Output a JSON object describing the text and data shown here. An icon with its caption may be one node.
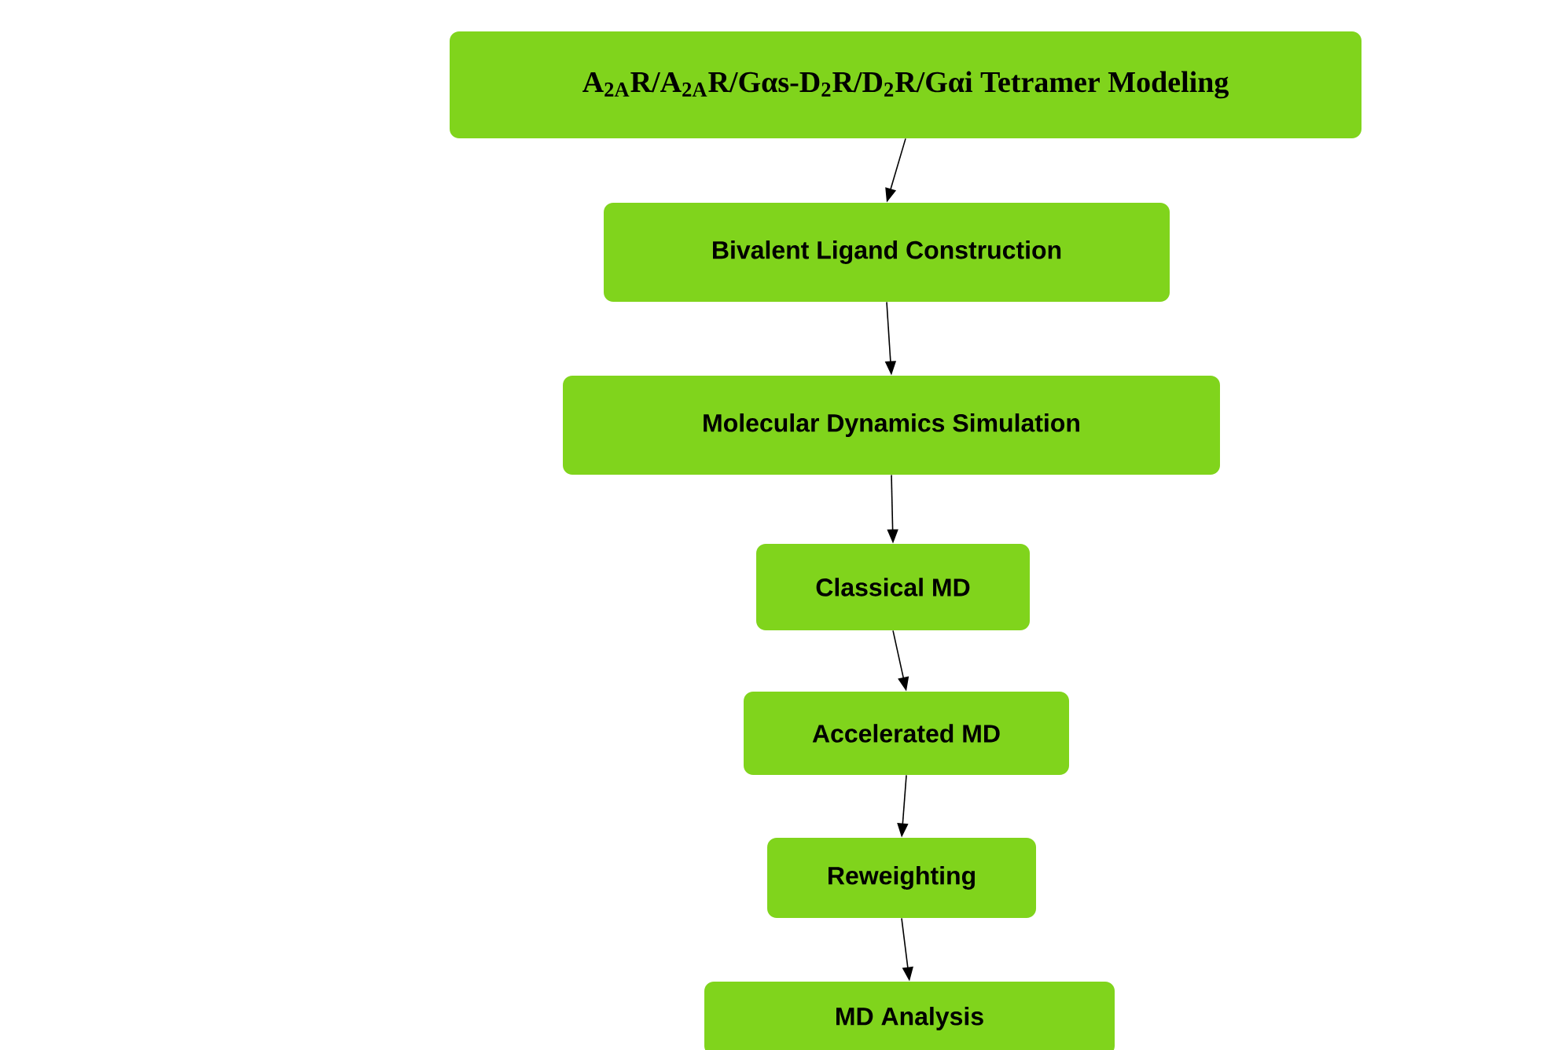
{
  "diagram": {
    "nodes": [
      {
        "text": [
          "A$_{2A}$R/A$_{2A}$R/Gαs-D$_{2}$R/D$_{2}$R/Gαi Tetramer Modeling"
        ]
      },
      {
        "text": [
          "Bivalent Ligand Construction"
        ]
      },
      {
        "text": [
          "Molecular Dynamics Simulation"
        ]
      },
      {
        "text": [
          "Classical MD"
        ]
      },
      {
        "text": [
          "Accelerated MD"
        ]
      },
      {
        "text": [
          "Reweighting"
        ]
      },
      {
        "text": [
          "MD Analysis"
        ]
      }
    ],
    "edges": [
      {
        "from": 0,
        "to": 1,
        "arrow": "to"
      },
      {
        "from": 1,
        "to": 2,
        "arrow": "to"
      },
      {
        "from": 2,
        "to": 3,
        "arrow": "to"
      },
      {
        "from": 3,
        "to": 4,
        "arrow": "to"
      },
      {
        "from": 4,
        "to": 5,
        "arrow": "to"
      },
      {
        "from": 5,
        "to": 6,
        "arrow": "to"
      }
    ]
  }
}
